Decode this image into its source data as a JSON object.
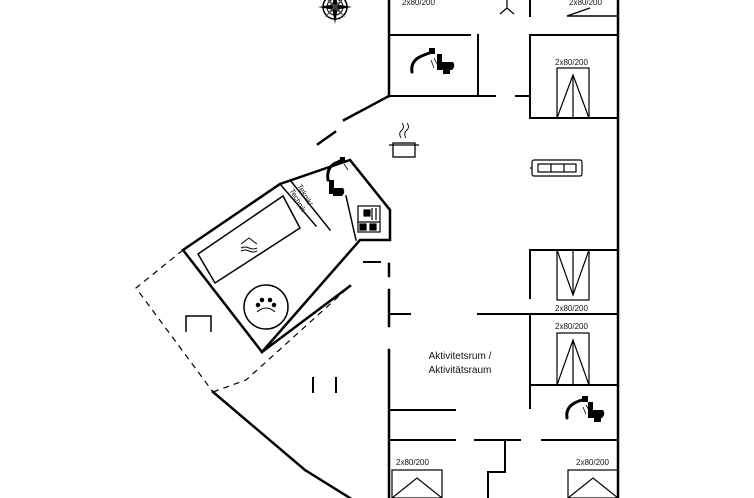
{
  "bed_size": "2x80/200",
  "technik_label": {
    "line1": "Teknik/",
    "line2": "Technik"
  },
  "activity_room": {
    "line1": "Aktivitetsrum /",
    "line2": "Aktivitätsraum"
  },
  "icons": [
    "compass-icon",
    "shower-icon",
    "toilet-icon",
    "cooking-pot-icon",
    "sofa-icon",
    "pool-icon",
    "hot-tub-icon",
    "sauna-icon",
    "bed-icon"
  ]
}
